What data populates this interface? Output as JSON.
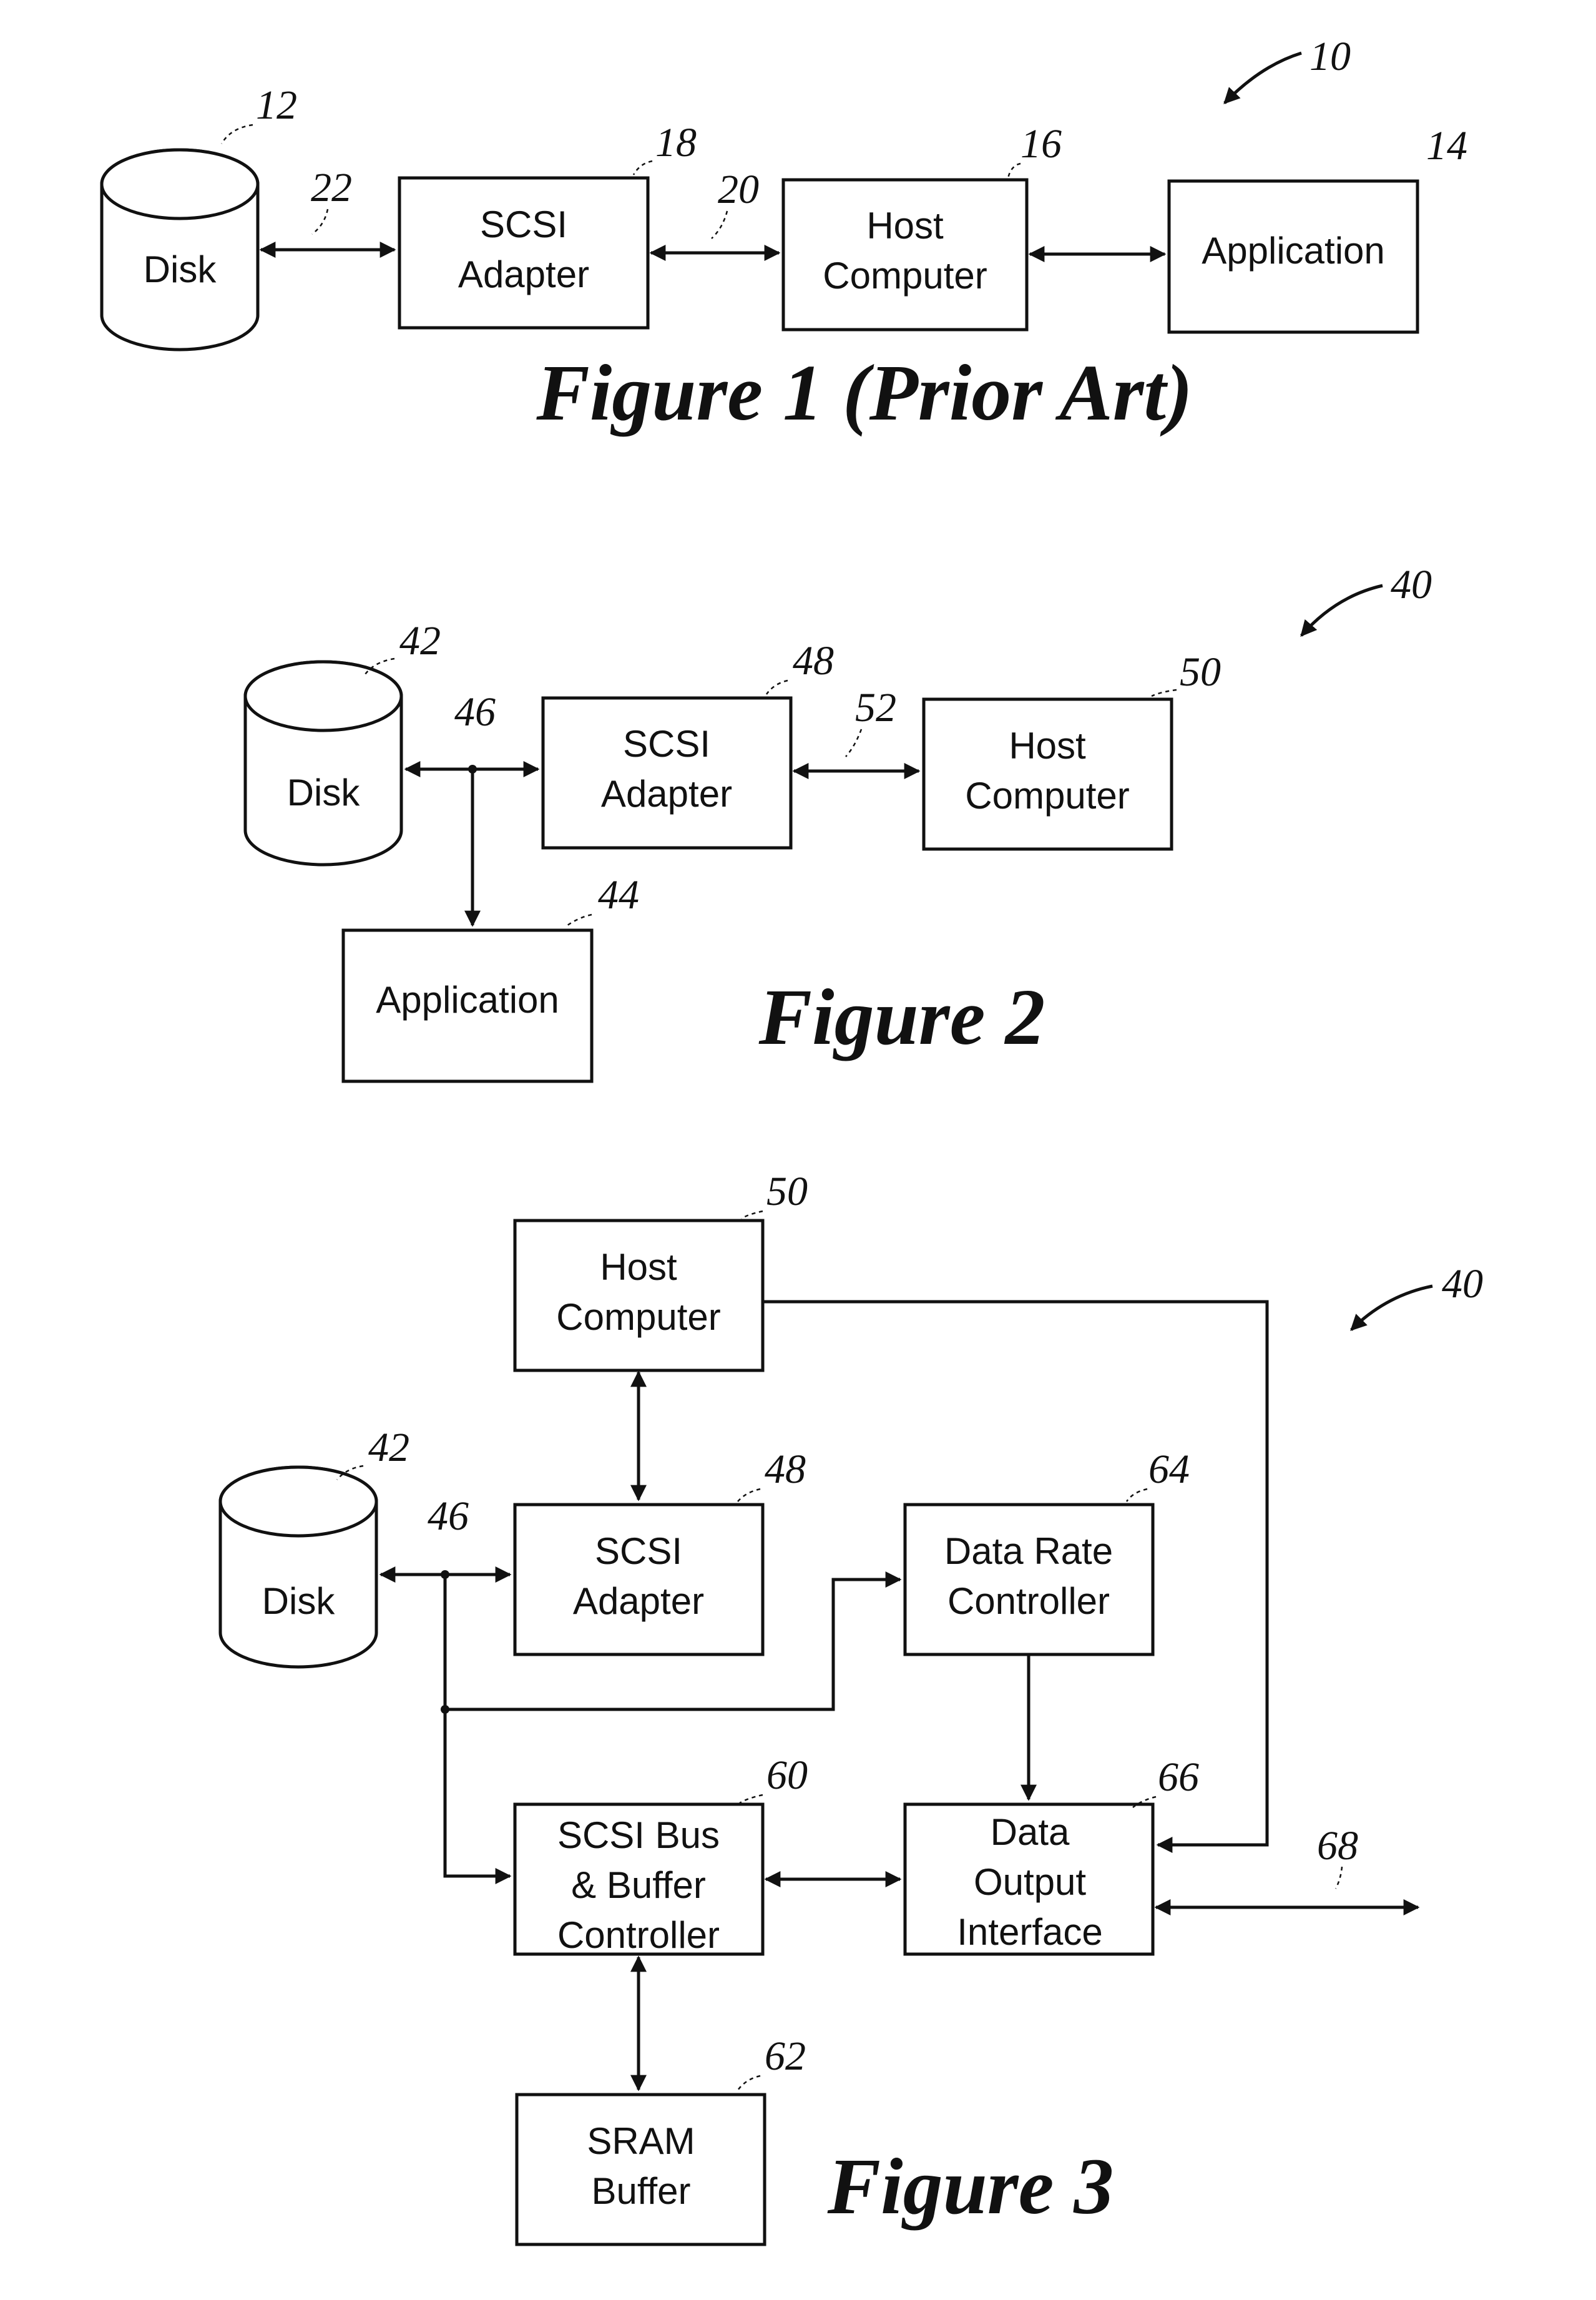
{
  "figure1": {
    "caption": "Figure 1 (Prior Art)",
    "ref_system": "10",
    "disk": {
      "label": "Disk",
      "ref": "12"
    },
    "scsi_adapter": {
      "label_line1": "SCSI",
      "label_line2": "Adapter",
      "ref": "18"
    },
    "host_computer": {
      "label_line1": "Host",
      "label_line2": "Computer",
      "ref": "16"
    },
    "application": {
      "label": "Application",
      "ref": "14"
    },
    "link_disk_adapter_ref": "22",
    "link_adapter_host_ref": "20"
  },
  "figure2": {
    "caption": "Figure 2",
    "ref_system": "40",
    "disk": {
      "label": "Disk",
      "ref": "42"
    },
    "bus_ref": "46",
    "scsi_adapter": {
      "label_line1": "SCSI",
      "label_line2": "Adapter",
      "ref": "48"
    },
    "link_adapter_host_ref": "52",
    "host_computer": {
      "label_line1": "Host",
      "label_line2": "Computer",
      "ref": "50"
    },
    "application": {
      "label": "Application",
      "ref": "44"
    }
  },
  "figure3": {
    "caption": "Figure 3",
    "ref_system": "40",
    "host_computer": {
      "label_line1": "Host",
      "label_line2": "Computer",
      "ref": "50"
    },
    "disk": {
      "label": "Disk",
      "ref": "42"
    },
    "bus_ref": "46",
    "scsi_adapter": {
      "label_line1": "SCSI",
      "label_line2": "Adapter",
      "ref": "48"
    },
    "data_rate_controller": {
      "label_line1": "Data Rate",
      "label_line2": "Controller",
      "ref": "64"
    },
    "scsi_bus_buffer_controller": {
      "label_line1": "SCSI Bus",
      "label_line2": "& Buffer",
      "label_line3": "Controller",
      "ref": "60"
    },
    "data_output_interface": {
      "label_line1": "Data",
      "label_line2": "Output",
      "label_line3": "Interface",
      "ref": "66"
    },
    "output_ref": "68",
    "sram_buffer": {
      "label_line1": "SRAM",
      "label_line2": "Buffer",
      "ref": "62"
    }
  }
}
